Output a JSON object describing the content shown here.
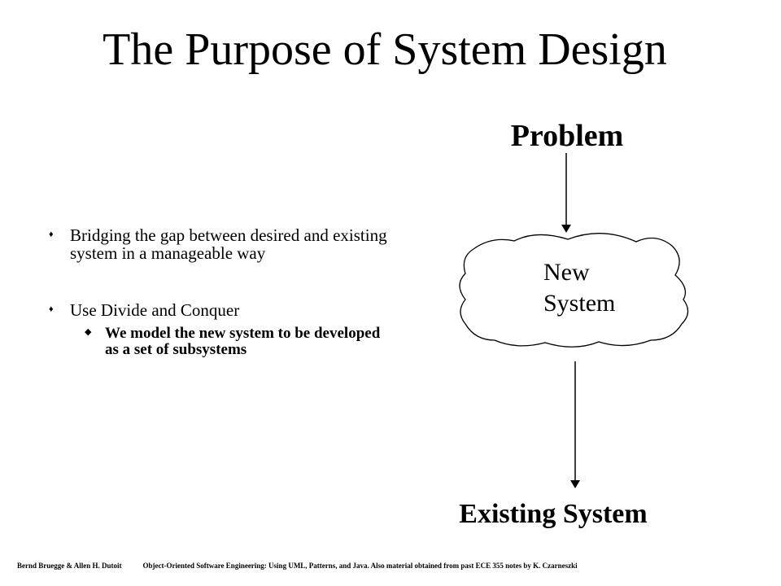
{
  "slide": {
    "title": "The Purpose of System Design",
    "bullets": [
      {
        "text": "Bridging  the gap between desired and existing system in a manageable way"
      },
      {
        "text": "Use Divide and Conquer",
        "sub": "We model the new system  to be developed as a set of subsystems"
      }
    ],
    "bullet_marker": "♦",
    "sub_bullet_marker": "◆"
  },
  "diagram": {
    "problem_label": "Problem",
    "cloud_label_line1": "New",
    "cloud_label_line2": "System",
    "existing_label": "Existing System"
  },
  "footer": {
    "authors": "Bernd Bruegge & Allen H. Dutoit",
    "source": "Object-Oriented Software Engineering: Using UML, Patterns, and Java. Also material obtained from past ECE 355 notes by K. Czarneszki"
  }
}
